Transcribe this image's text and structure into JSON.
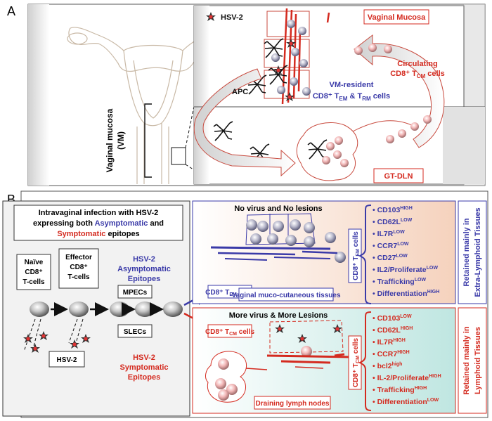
{
  "panel_a": {
    "label": "A",
    "hsv2": "HSV-2",
    "vaginal_mucosa": "Vaginal Mucosa",
    "circulating_l1": "Circulating",
    "circulating_l2": "CD8⁺ T",
    "circulating_sub": "CM",
    "circulating_l3": " cells",
    "apc": "APC",
    "vm_resident_l1": "VM-resident",
    "vm_resident_l2": "CD8⁺ T",
    "vm_resident_sub1": "EM",
    "vm_resident_mid": " & T",
    "vm_resident_sub2": "RM",
    "vm_resident_end": " cells",
    "vm_label_l1": "Vaginal mucosa",
    "vm_label_l2": "(VM)",
    "gtdln": "GT-DLN"
  },
  "panel_b": {
    "label": "B",
    "intro_l1": "Intravaginal infection with HSV-2",
    "intro_l2a": "expressing both ",
    "intro_l2b": "Asymptomatic",
    "intro_l2c": " and",
    "intro_l3a": "Symptomatic",
    "intro_l3b": " epitopes",
    "naive": [
      "Naïve",
      "CD8⁺",
      "T-cells"
    ],
    "effector": [
      "Effector",
      "CD8⁺",
      "T-cells"
    ],
    "asym_epitopes": [
      "HSV-2",
      "Asymptomatic",
      "Epitopes"
    ],
    "sym_epitopes": [
      "HSV-2",
      "Symptomatic",
      "Epitopes"
    ],
    "mpecs": "MPECs",
    "slecs": "SLECs",
    "hsv2_box": "HSV-2",
    "tem_cells": "CD8⁺ T",
    "tem_sub": "EM",
    "tem_end": " cells",
    "tcm_cells": "CD8⁺ T",
    "tcm_sub": "CM",
    "tcm_end": " cells",
    "top_title": "No virus and No lesions",
    "bottom_title": "More virus & More Lesions",
    "vaginal_tissues": "Vaginal muco-cutaneous tissues",
    "draining_nodes": "Draining lymph nodes",
    "tem_vertical": "CD8⁺ T",
    "tem_vertical_sub": "EM",
    "tem_vertical_end": " cells",
    "tcm_vertical": "CD8⁺ T",
    "tcm_vertical_sub": "CM",
    "tcm_vertical_end": " cells",
    "tem_markers": [
      {
        "name": "CD103",
        "level": "HIGH"
      },
      {
        "name": "CD62L",
        "level": "LOW"
      },
      {
        "name": "IL7R",
        "level": "LOW"
      },
      {
        "name": "CCR7",
        "level": "LOW"
      },
      {
        "name": "CD27",
        "level": "LOW"
      },
      {
        "name": "IL2/Proliferate",
        "level": "LOW"
      },
      {
        "name": "Trafficking",
        "level": "LOW"
      },
      {
        "name": "Differentiation",
        "level": "HIGH"
      }
    ],
    "tcm_markers": [
      {
        "name": "CD103",
        "level": "LOW"
      },
      {
        "name": "CD62L",
        "level": "HIGH"
      },
      {
        "name": "IL7R",
        "level": "HIGH"
      },
      {
        "name": "CCR7",
        "level": "HIGH"
      },
      {
        "name": "bcl2",
        "level": "high"
      },
      {
        "name": "IL-2/Proliferate",
        "level": "HIGH"
      },
      {
        "name": "Trafficking",
        "level": "HIGH"
      },
      {
        "name": "Differentiation",
        "level": "LOW"
      }
    ],
    "retained_extra_l1": "Retained mainly in",
    "retained_extra_l2": "Extra-Lymphoid Tissues",
    "retained_lymph_l1": "Retained mainly in",
    "retained_lymph_l2": "Lymphoid Tissues"
  },
  "colors": {
    "blue": "#3a3aa8",
    "red": "#d42a1f",
    "peach": "#f7d9c4",
    "teal": "#c7e8e4",
    "grey": "#d6d6d6"
  }
}
